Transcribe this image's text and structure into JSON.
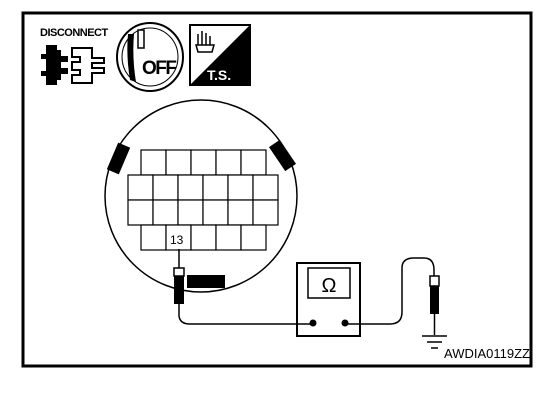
{
  "icons": {
    "disconnect_label": "DISCONNECT",
    "ignition_label": "OFF",
    "troubleshoot_label": "T.S."
  },
  "connector": {
    "terminal_label": "13"
  },
  "meter": {
    "symbol": "Ω"
  },
  "figure": {
    "code": "AWDIA0119ZZ"
  },
  "colors": {
    "ink": "#000000",
    "background": "#ffffff"
  }
}
